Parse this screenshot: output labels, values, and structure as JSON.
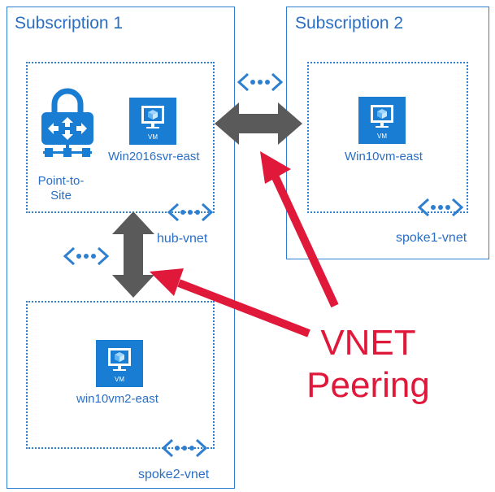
{
  "subscriptions": {
    "sub1_title": "Subscription 1",
    "sub2_title": "Subscription 2"
  },
  "hub": {
    "vm_name": "Win2016svr-east",
    "vpn_label": "Point-to-Site",
    "vnet_label": "hub-vnet",
    "vm_badge": "VM"
  },
  "spoke1": {
    "vm_name": "Win10vm-east",
    "vnet_label": "spoke1-vnet",
    "vm_badge": "VM"
  },
  "spoke2": {
    "vm_name": "win10vm2-east",
    "vnet_label": "spoke2-vnet",
    "vm_badge": "VM"
  },
  "peering": {
    "label": "VNET\nPeering"
  },
  "colors": {
    "azure_blue": "#1a7dd4",
    "border_blue": "#2f7fd0",
    "arrow_gray": "#5a5a5a",
    "peering_red": "#e0183a"
  },
  "icons": [
    "lock-network-icon",
    "virtual-machine-icon",
    "vnet-icon",
    "double-arrow-icon",
    "red-arrow-icon"
  ]
}
